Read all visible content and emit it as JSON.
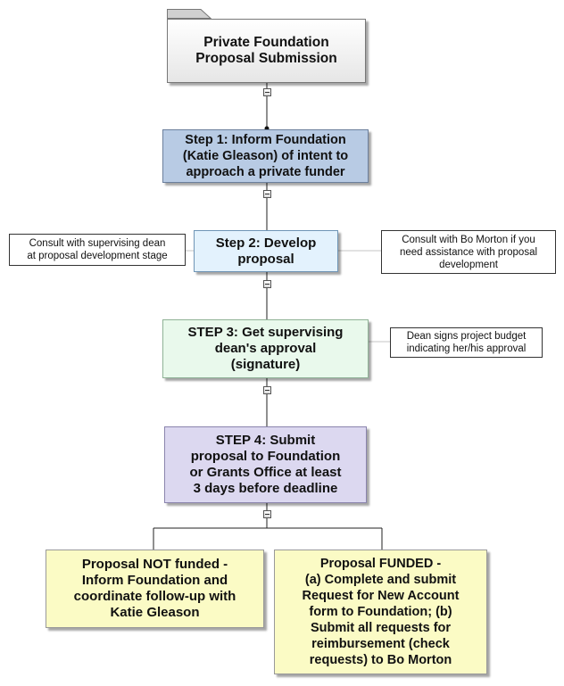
{
  "diagram": {
    "root": {
      "label": "Private Foundation\nProposal Submission"
    },
    "step1": {
      "label": "Step 1: Inform Foundation\n(Katie Gleason) of intent to\napproach a private funder"
    },
    "step2": {
      "label": "Step 2: Develop\nproposal"
    },
    "step3": {
      "label": "STEP 3: Get supervising\ndean's approval\n(signature)"
    },
    "step4": {
      "label": "STEP 4: Submit\nproposal to Foundation\nor Grants Office at least\n3 days before deadline"
    },
    "outcome_not_funded": {
      "label": "Proposal NOT funded -\nInform Foundation and\ncoordinate follow-up with\nKatie Gleason"
    },
    "outcome_funded": {
      "label": "Proposal FUNDED -\n(a) Complete and submit\nRequest for New Account\nform to Foundation;  (b)\nSubmit all requests for\nreimbursement (check\nrequests) to Bo Morton"
    },
    "notes": {
      "dean_consult": "Consult with supervising dean\nat proposal development stage",
      "bo_morton": "Consult with Bo Morton if you\nneed assistance with proposal\ndevelopment",
      "budget": "Dean signs project budget\nindicating her/his approval"
    },
    "toggle_symbol": "−"
  },
  "colors": {
    "step1": "#b8cbe4",
    "step2": "#e3f2fd",
    "step3": "#e9f9ec",
    "step4": "#dcd8f0",
    "outcomes": "#fbfbc5"
  }
}
